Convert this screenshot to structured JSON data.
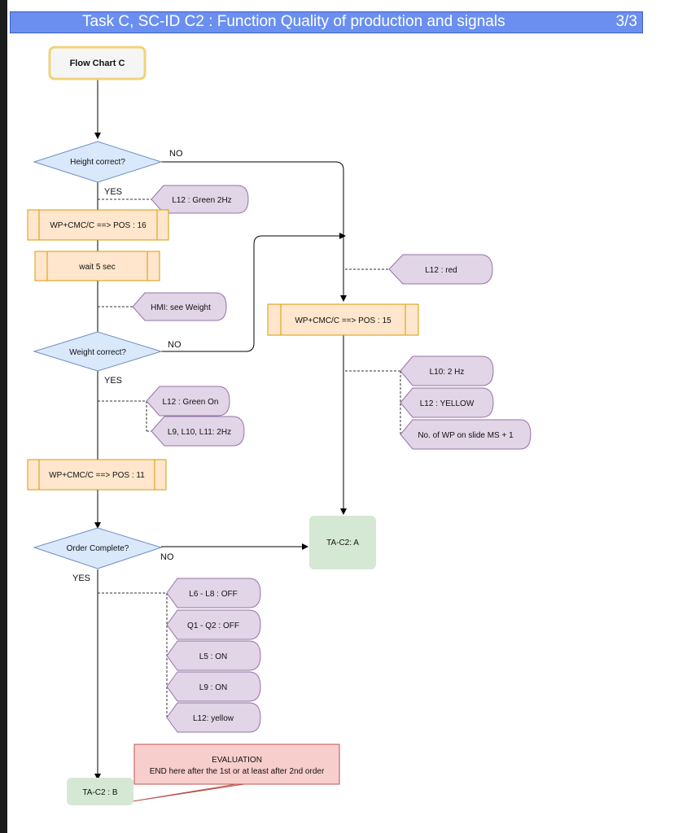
{
  "header": {
    "title": "Task C, SC-ID C2 : Function Quality of production and signals",
    "page": "3/3"
  },
  "nodes": {
    "start": "Flow Chart C",
    "height_correct": "Height correct?",
    "l12_green_2hz": "L12 : Green 2Hz",
    "pos16": "WP+CMC/C ==> POS : 16",
    "wait5": "wait 5 sec",
    "hmi_weight": "HMI: see Weight",
    "weight_correct": "Weight correct?",
    "l12_green_on": "L12 : Green On",
    "l9_l10_l11": "L9, L10, L11: 2Hz",
    "pos11": "WP+CMC/C ==> POS : 11",
    "order_complete": "Order Complete?",
    "l6_l8_off": "L6 - L8 : OFF",
    "q1_q2_off": "Q1 - Q2 : OFF",
    "l5_on": "L5 : ON",
    "l9_on": "L9 : ON",
    "l12_yellow_lower": "L12: yellow",
    "ta_c2_b": "TA-C2 : B",
    "eval_title": "EVALUATION",
    "eval_text": "END here after the 1st or at least after 2nd order",
    "l12_red": "L12 : red",
    "pos15": "WP+CMC/C ==> POS : 15",
    "l10_2hz": "L10: 2 Hz",
    "l12_yellow_upper": "L12 : YELLOW",
    "wp_slide": "No. of WP on slide MS + 1",
    "ta_c2_a": "TA-C2: A"
  },
  "edge_labels": {
    "height_no": "NO",
    "height_yes": "YES",
    "weight_no": "NO",
    "weight_yes": "YES",
    "order_no": "NO",
    "order_yes": "YES"
  },
  "colors": {
    "header_bg": "#6a8ff0",
    "decision_fill": "#dae8fc",
    "decision_stroke": "#6c8ebf",
    "process_fill": "#ffe6cc",
    "process_stroke": "#d79b00",
    "display_fill": "#e1d5e7",
    "display_stroke": "#9673a6",
    "terminal_fill": "#d5e8d4",
    "start_fill": "#f5f5f5",
    "start_stroke": "#f2d27a",
    "note_fill": "#f8cecc",
    "note_stroke": "#b85450"
  }
}
